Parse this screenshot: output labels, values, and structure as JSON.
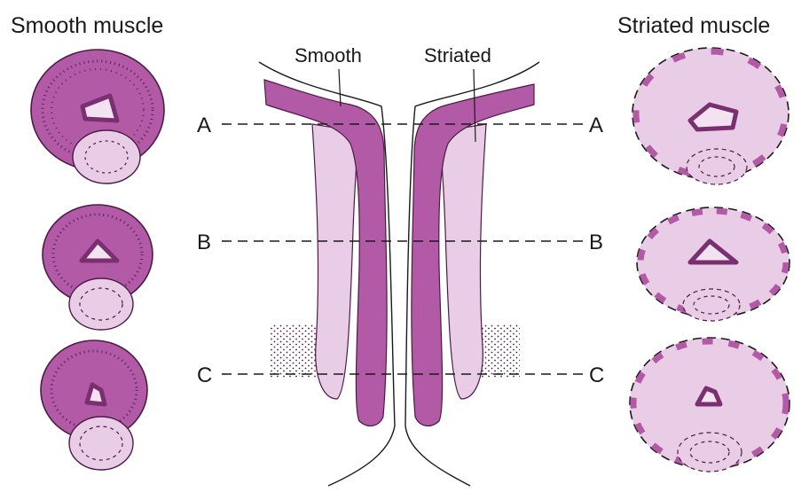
{
  "headings": {
    "left": "Smooth muscle",
    "right": "Striated muscle"
  },
  "center_labels": {
    "smooth": "Smooth",
    "striated": "Striated"
  },
  "levels": [
    {
      "left": "A",
      "right": "A"
    },
    {
      "left": "B",
      "right": "B"
    },
    {
      "left": "C",
      "right": "C"
    }
  ],
  "colors": {
    "dark": "#b35aa6",
    "light": "#e9cde6",
    "outline": "#4a1c45",
    "dots": "#4a1c45"
  }
}
